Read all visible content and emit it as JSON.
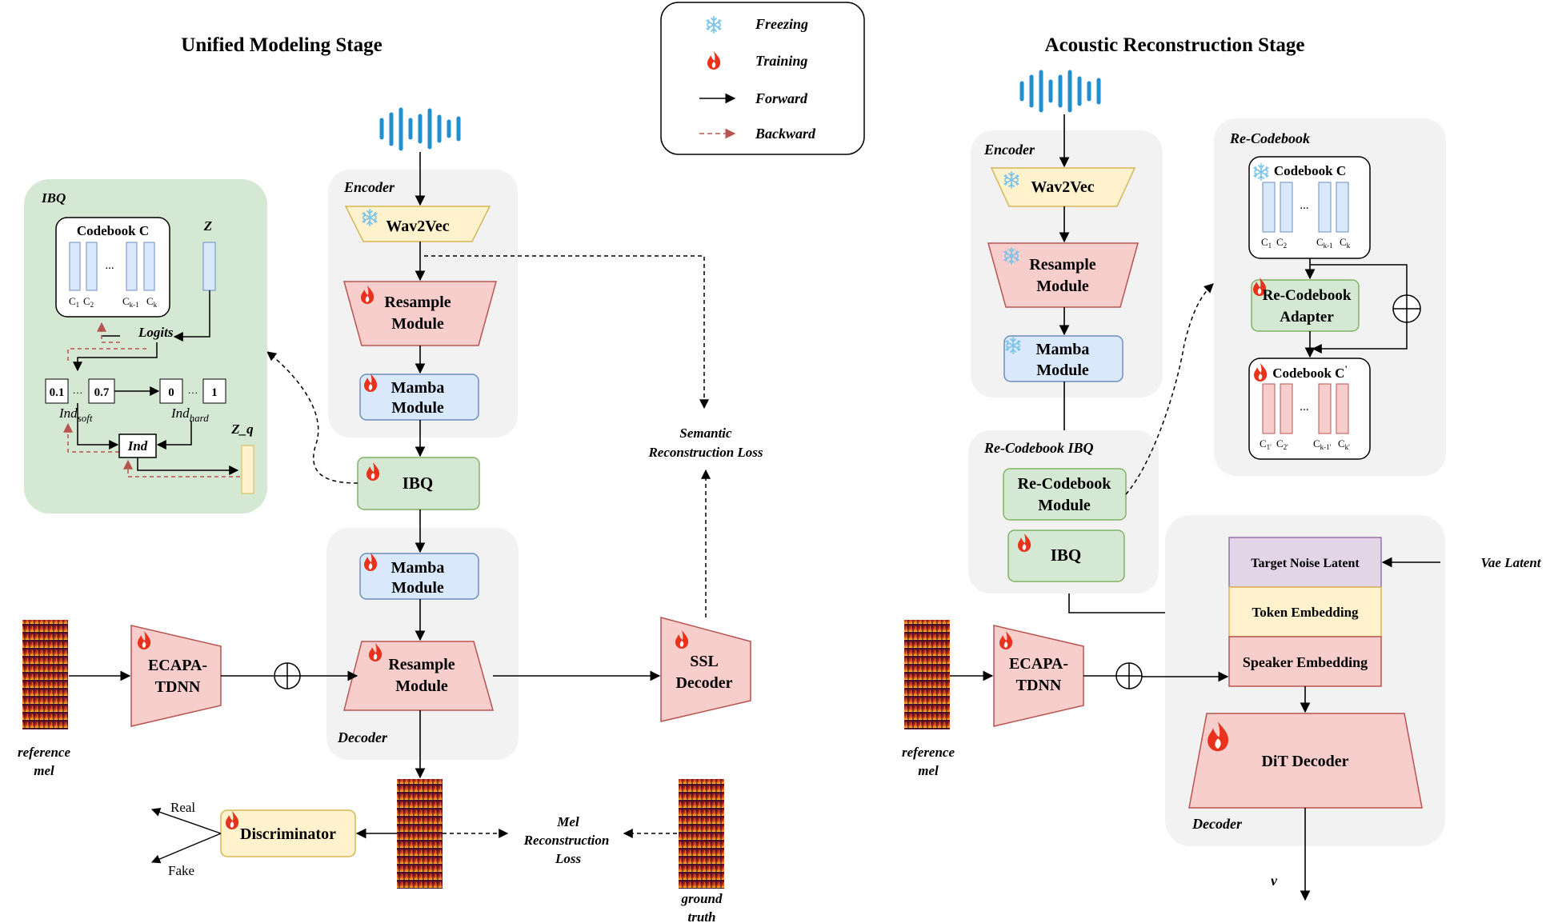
{
  "titles": {
    "left": "Unified Modeling Stage",
    "right": "Acoustic Reconstruction Stage"
  },
  "legend": {
    "freezing": "Freezing",
    "training": "Training",
    "forward": "Forward",
    "backward": "Backward"
  },
  "icons": {
    "freeze": "snowflake-icon",
    "train": "flame-icon",
    "audio": "waveform-icon",
    "sum": "circle-plus-icon"
  },
  "colors": {
    "frozen_box": "#fff2cc",
    "train_box": "#f8cecc",
    "mamba_box": "#dae8fc",
    "ibq_box": "#d5e8d4",
    "panel_gray": "#f2f2f2",
    "panel_green": "#d5e8d4",
    "purple_box": "#e1d5e7",
    "waveform": "#1f8fd1",
    "flame": "#e8321c",
    "snow": "#7ec4ea",
    "backward_arrow": "#b85450"
  },
  "left": {
    "encoder_label": "Encoder",
    "wav2vec": "Wav2Vec",
    "resample_top": "Resample",
    "resample_bottom": "Module",
    "mamba_top": "Mamba",
    "mamba_bottom": "Module",
    "ibq": "IBQ",
    "decoder_label": "Decoder",
    "dec_mamba_top": "Mamba",
    "dec_mamba_bottom": "Module",
    "dec_resample_top": "Resample",
    "dec_resample_bottom": "Module",
    "ecapa_top": "ECAPA-",
    "ecapa_bottom": "TDNN",
    "ssl_top": "SSL",
    "ssl_bottom": "Decoder",
    "semantic_loss_top": "Semantic",
    "semantic_loss_bottom": "Reconstruction Loss",
    "mel_loss_1": "Mel",
    "mel_loss_2": "Reconstruction",
    "mel_loss_3": "Loss",
    "reference_top": "reference",
    "reference_bottom": "mel",
    "ground_top": "ground",
    "ground_bottom": "truth",
    "discriminator": "Discriminator",
    "real": "Real",
    "fake": "Fake"
  },
  "ibq_panel": {
    "title": "IBQ",
    "codebook": "Codebook C",
    "dots": "...",
    "c1": "C",
    "c1_sub": "1",
    "c2": "C",
    "c2_sub": "2",
    "ck1": "C",
    "ck1_sub": "k-1",
    "ck": "C",
    "ck_sub": "k",
    "z": "Z",
    "logits": "Logits",
    "val_01": "0.1",
    "val_07": "0.7",
    "val_0": "0",
    "val_1": "1",
    "ind_soft": "Ind",
    "ind_soft_sub": "soft",
    "ind_hard": "Ind",
    "ind_hard_sub": "hard",
    "ind": "Ind",
    "zq": "Z_q"
  },
  "right": {
    "encoder_label": "Encoder",
    "wav2vec": "Wav2Vec",
    "resample_top": "Resample",
    "resample_bottom": "Module",
    "mamba_top": "Mamba",
    "mamba_bottom": "Module",
    "recodebook_ibq_label": "Re-Codebook IBQ",
    "recodebook_module_top": "Re-Codebook",
    "recodebook_module_bottom": "Module",
    "ibq": "IBQ",
    "recodebook_panel_label": "Re-Codebook",
    "codebook_c": "Codebook C",
    "codebook_c_prime": "Codebook C",
    "prime": "'",
    "adapter_top": "Re-Codebook",
    "adapter_bottom": "Adapter",
    "dots": "...",
    "c1": "C",
    "c1_sub": "1",
    "c2": "C",
    "c2_sub": "2",
    "ck1": "C",
    "ck1_sub": "k-1",
    "ck": "C",
    "ck_sub": "k",
    "c1p_sub": "1'",
    "c2p_sub": "2'",
    "ck1p_sub": "k-1'",
    "ckp_sub": "k'",
    "target_noise": "Target Noise Latent",
    "token_embedding": "Token Embedding",
    "speaker_embedding": "Speaker Embedding",
    "vae_latent": "Vae Latent",
    "dit_decoder": "DiT Decoder",
    "decoder_label": "Decoder",
    "ecapa_top": "ECAPA-",
    "ecapa_bottom": "TDNN",
    "reference_top": "reference",
    "reference_bottom": "mel",
    "v": "v"
  }
}
